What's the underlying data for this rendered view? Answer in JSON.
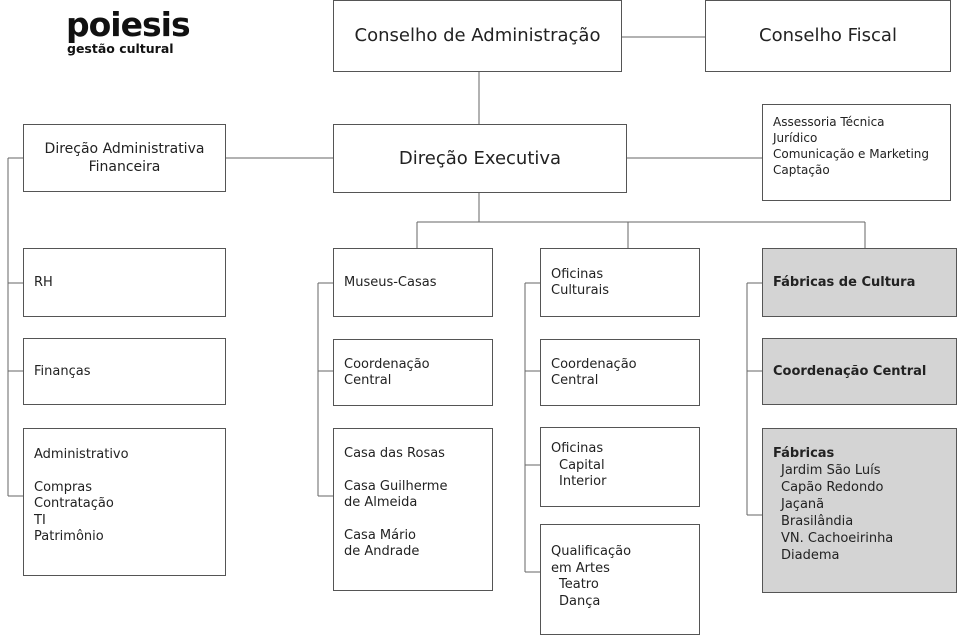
{
  "logo": {
    "brand": "poiesis",
    "tagline": "gestão cultural"
  },
  "top": {
    "board": "Conselho de Administração",
    "fiscal": "Conselho Fiscal"
  },
  "executive": "Direção Executiva",
  "admin_fin": [
    "Direção Administrativa",
    "Financeira"
  ],
  "advisory": [
    "Assessoria Técnica",
    "Jurídico",
    "Comunicação e Marketing",
    "Captação"
  ],
  "admin_col": {
    "rh": "RH",
    "financas": "Finanças",
    "administrativo": "Administrativo",
    "admin_items": [
      "Compras",
      "Contratação",
      "TI",
      "Patrimônio"
    ]
  },
  "museus": {
    "title": "Museus-Casas",
    "coord": [
      "Coordenação",
      "Central"
    ],
    "casas": [
      "Casa das Rosas",
      "Casa Guilherme",
      "de Almeida",
      "Casa Mário",
      "de Andrade"
    ]
  },
  "oficinas": {
    "title": [
      "Oficinas",
      "Culturais"
    ],
    "coord": [
      "Coordenação",
      "Central"
    ],
    "sub": [
      "Oficinas",
      "Capital",
      "Interior"
    ],
    "qual": [
      "Qualificação",
      "em Artes",
      "Teatro",
      "Dança"
    ]
  },
  "fabricas": {
    "title": "Fábricas de Cultura",
    "coord": "Coordenação Central",
    "list_title": "Fábricas",
    "list": [
      "Jardim São Luís",
      "Capão Redondo",
      "Jaçanã",
      "Brasilândia",
      "VN. Cachoeirinha",
      "Diadema"
    ]
  }
}
